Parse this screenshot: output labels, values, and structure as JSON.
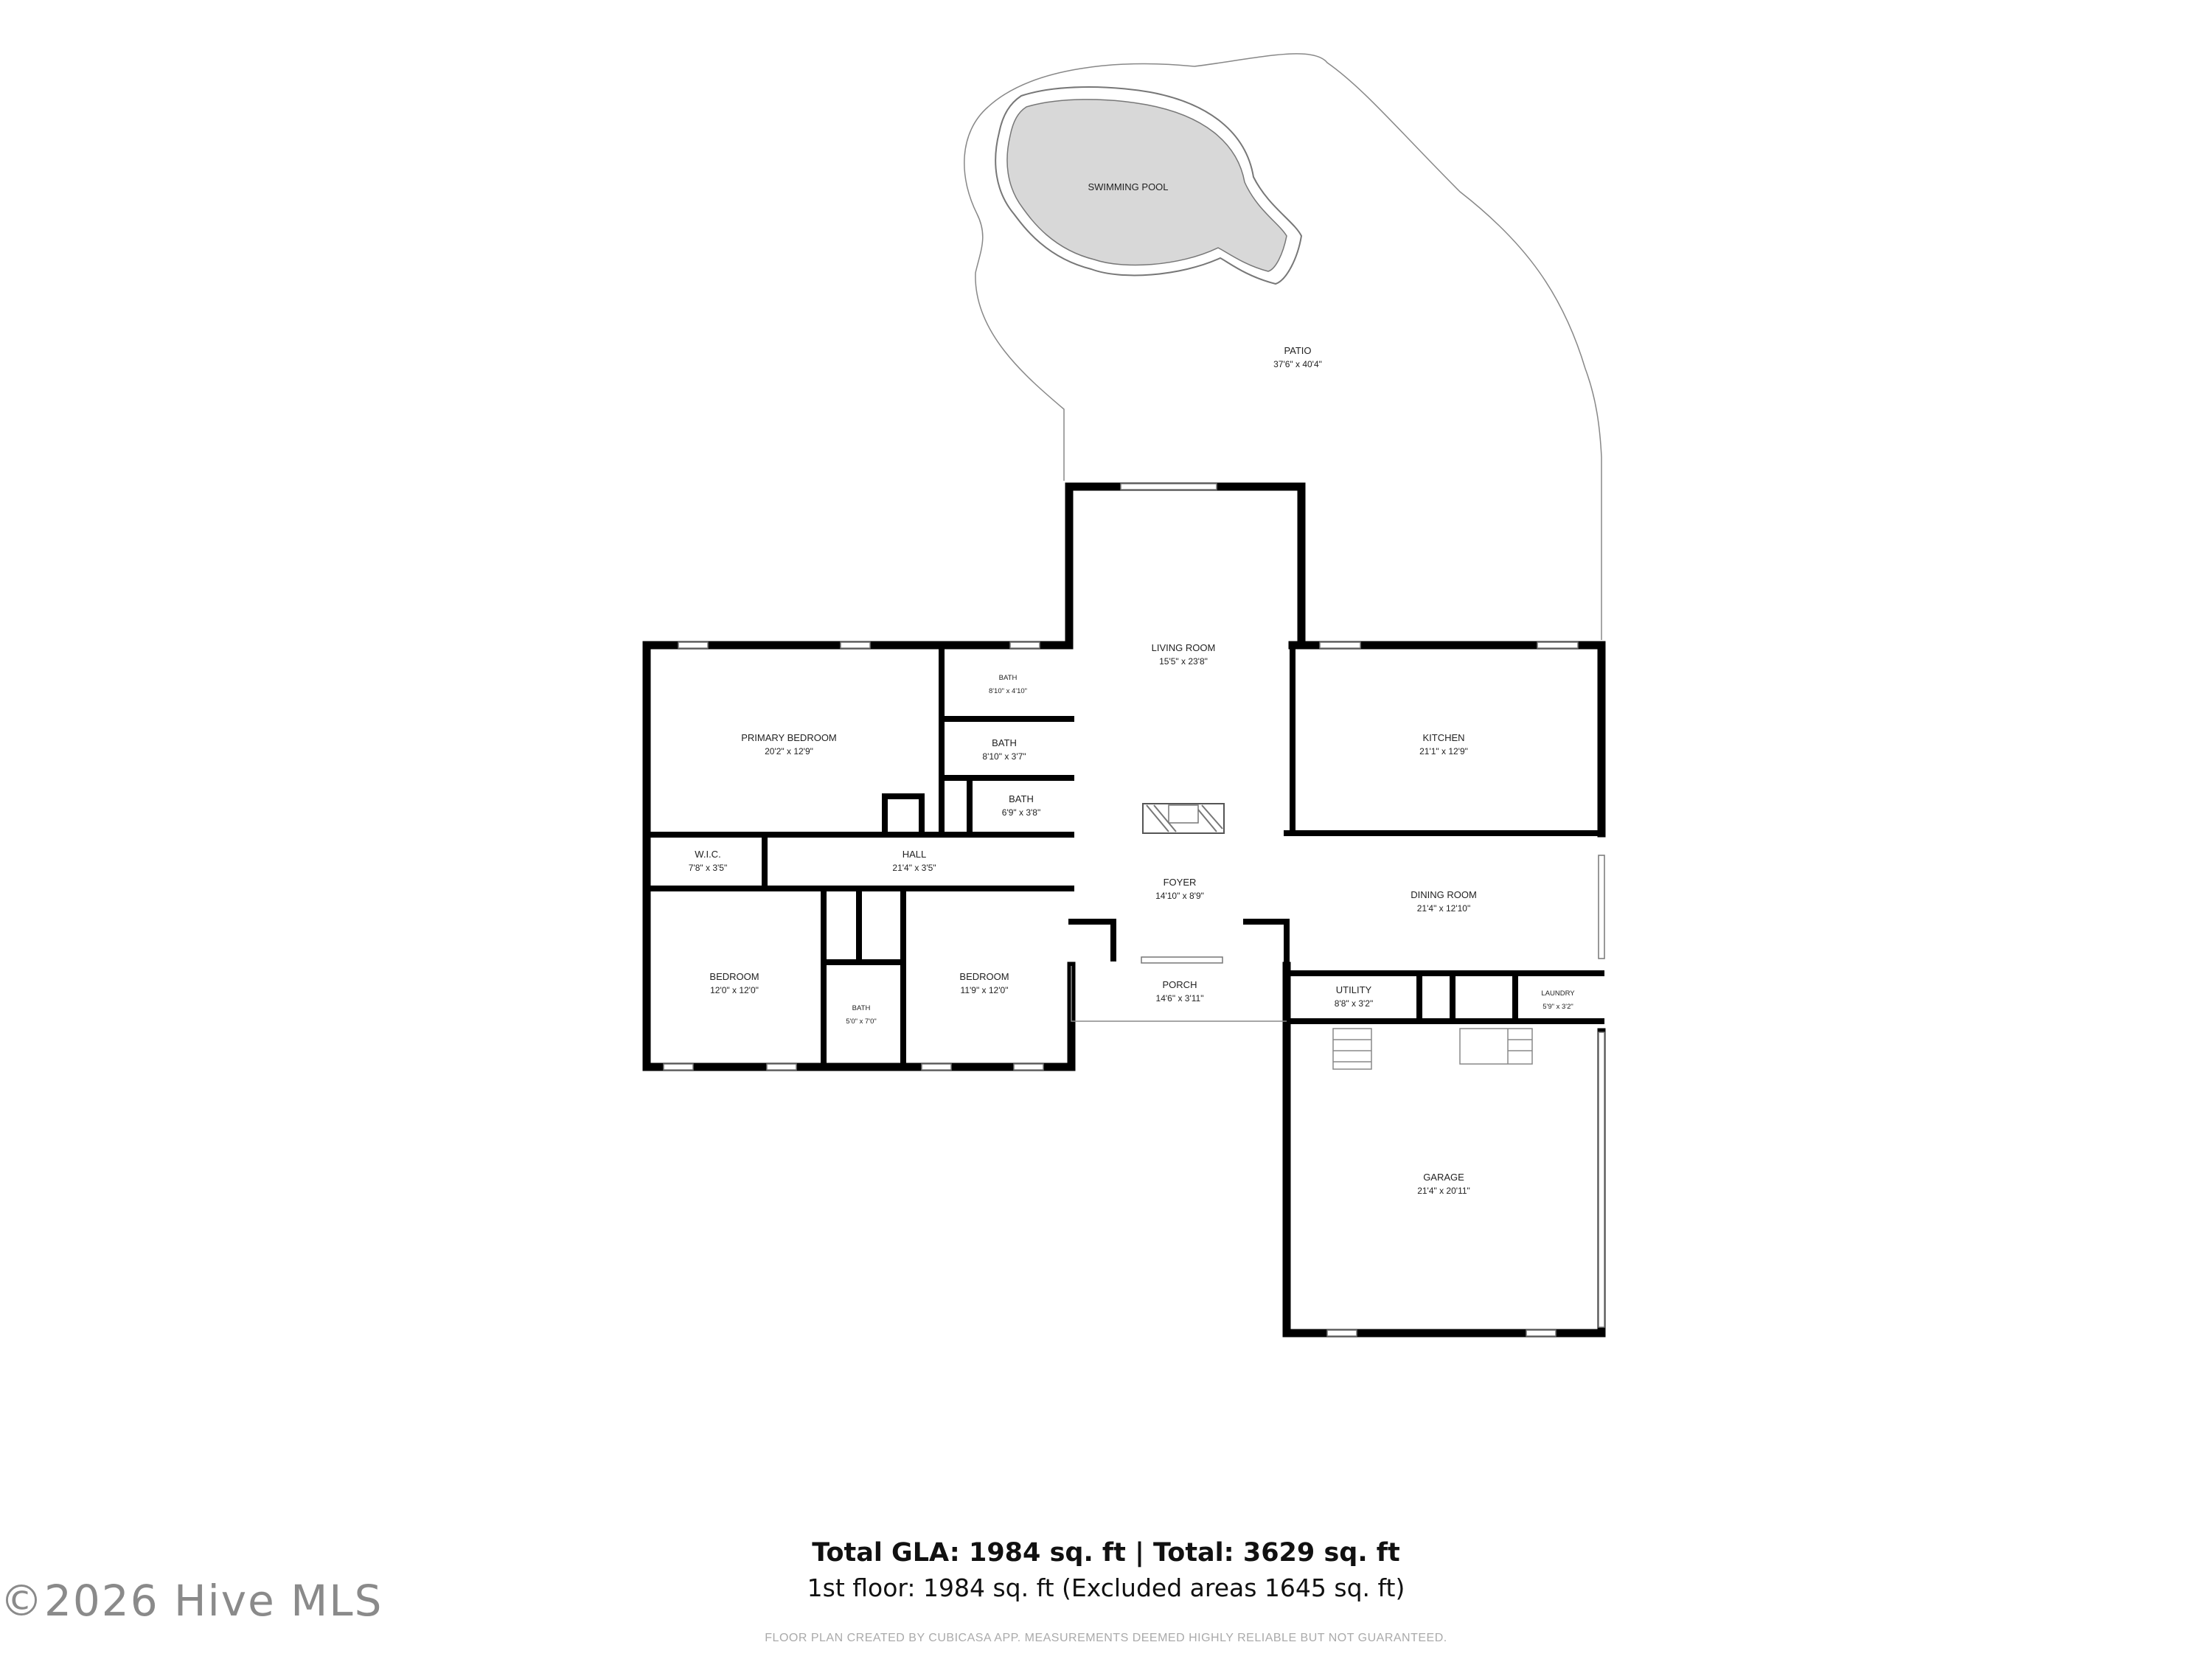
{
  "rooms": {
    "swimming_pool": {
      "name": "SWIMMING POOL"
    },
    "patio": {
      "name": "PATIO",
      "dim": "37'6\" x 40'4\""
    },
    "living_room": {
      "name": "LIVING ROOM",
      "dim": "15'5\" x 23'8\""
    },
    "kitchen": {
      "name": "KITCHEN",
      "dim": "21'1\" x 12'9\""
    },
    "bath_1": {
      "name": "BATH",
      "dim": "8'10\" x 4'10\""
    },
    "bath_2": {
      "name": "BATH",
      "dim": "8'10\" x 3'7\""
    },
    "bath_3": {
      "name": "BATH",
      "dim": "6'9\" x 3'8\""
    },
    "primary_bedroom": {
      "name": "PRIMARY BEDROOM",
      "dim": "20'2\" x 12'9\""
    },
    "wic": {
      "name": "W.I.C.",
      "dim": "7'8\" x 3'5\""
    },
    "hall": {
      "name": "HALL",
      "dim": "21'4\" x 3'5\""
    },
    "foyer": {
      "name": "FOYER",
      "dim": "14'10\" x 8'9\""
    },
    "dining_room": {
      "name": "DINING ROOM",
      "dim": "21'4\" x 12'10\""
    },
    "bedroom_1": {
      "name": "BEDROOM",
      "dim": "12'0\" x 12'0\""
    },
    "bath_4": {
      "name": "BATH",
      "dim": "5'0\" x 7'0\""
    },
    "bedroom_2": {
      "name": "BEDROOM",
      "dim": "11'9\" x 12'0\""
    },
    "porch": {
      "name": "PORCH",
      "dim": "14'6\" x 3'11\""
    },
    "utility": {
      "name": "UTILITY",
      "dim": "8'8\" x 3'2\""
    },
    "laundry": {
      "name": "LAUNDRY",
      "dim": "5'9\" x 3'2\""
    },
    "garage": {
      "name": "GARAGE",
      "dim": "21'4\" x 20'11\""
    }
  },
  "footer": {
    "total": "Total GLA: 1984 sq. ft | Total: 3629 sq. ft",
    "floor": "1st floor: 1984 sq. ft (Excluded areas 1645 sq. ft)",
    "disclaimer": "FLOOR PLAN CREATED BY CUBICASA APP. MEASUREMENTS DEEMED HIGHLY RELIABLE BUT NOT GUARANTEED."
  },
  "watermark": "©2026 Hive MLS"
}
